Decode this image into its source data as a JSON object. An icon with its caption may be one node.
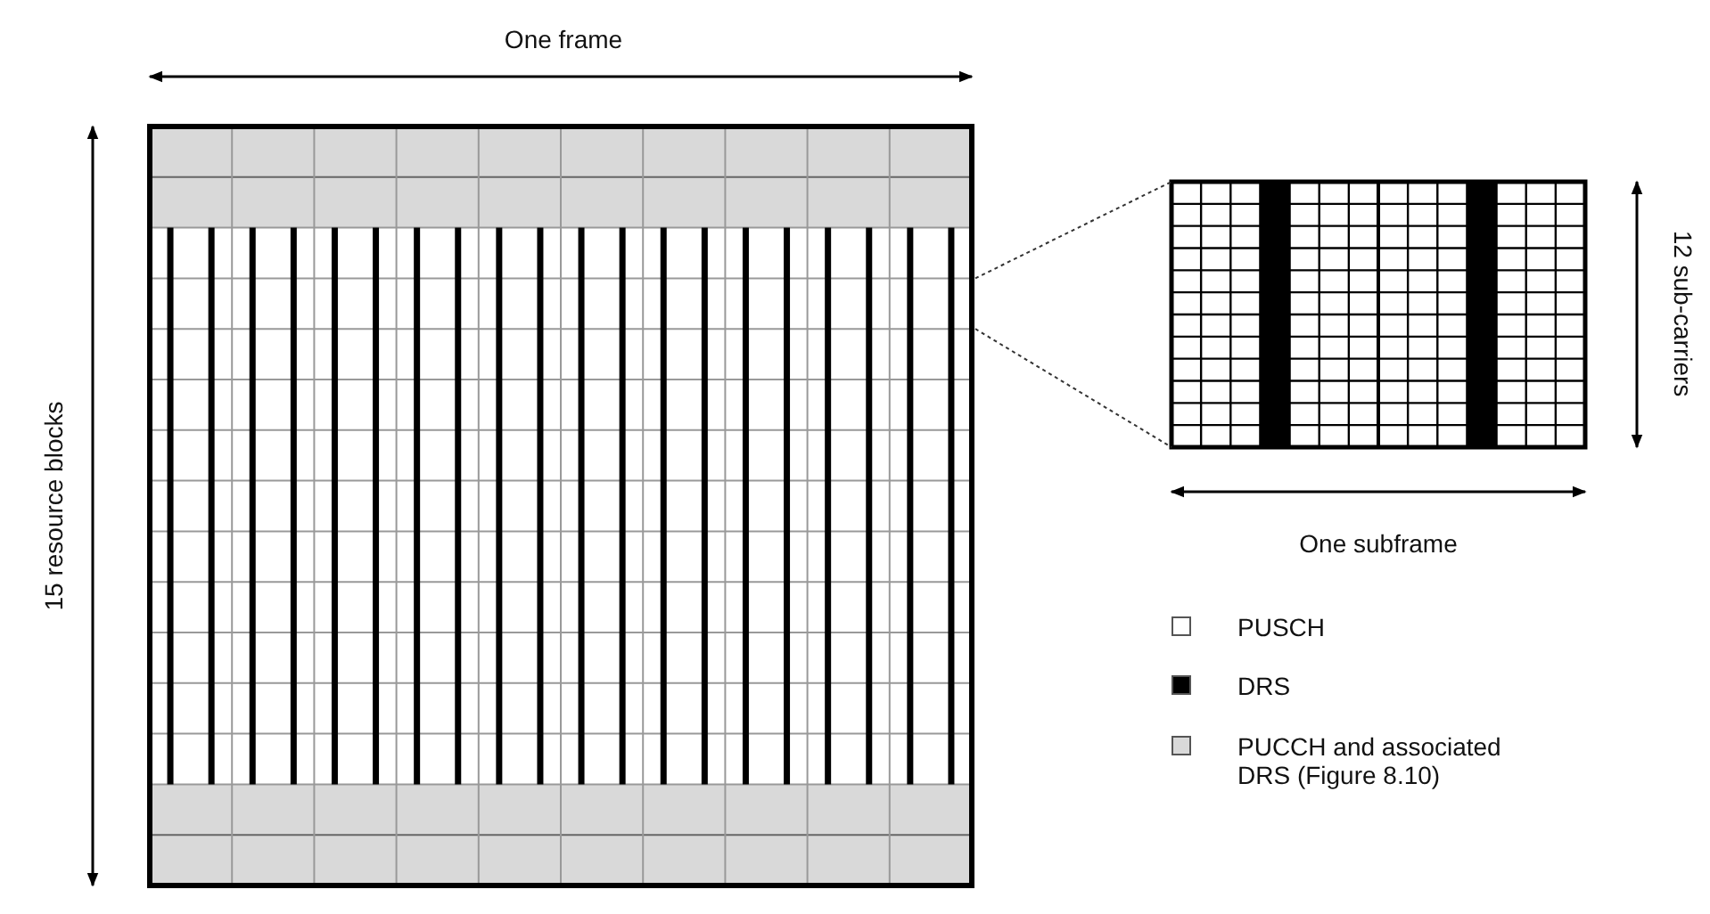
{
  "diagram": {
    "labels": [
      "One frame",
      "15 resource blocks",
      "12 sub-carriers",
      "One subframe"
    ],
    "legend": [
      {
        "text": "PUSCH",
        "color": "#ffffff"
      },
      {
        "text": "DRS",
        "color": "#000000"
      },
      {
        "text": "PUCCH and associated DRS (Figure 8.10)",
        "color": "#d9d9d9"
      }
    ]
  }
}
